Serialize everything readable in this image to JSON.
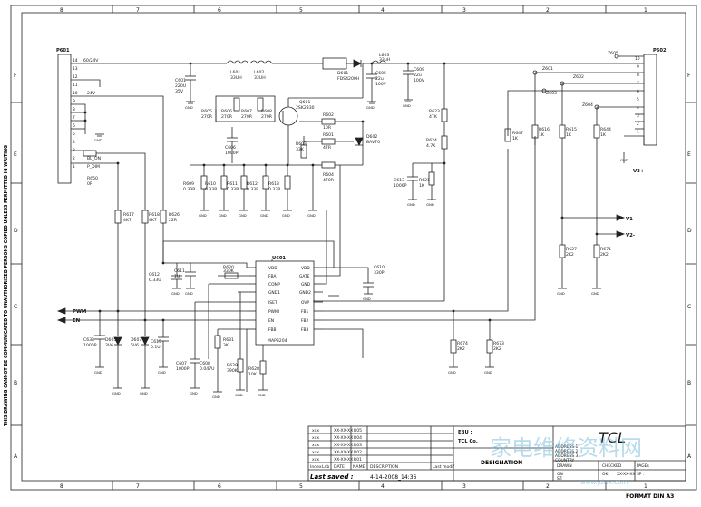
{
  "sheet": {
    "col_numbers": [
      "8",
      "7",
      "6",
      "5",
      "4",
      "3",
      "2",
      "1"
    ],
    "row_letters": [
      "F",
      "E",
      "D",
      "C",
      "B",
      "A"
    ],
    "side_note": "THIS DRAWING CANNOT BE COMMUNICATED TO UNAUTHORIZED PERSONS COPIED UNLESS PERMITTED IN WRITING",
    "format": "FORMAT DIN A3"
  },
  "connectors": {
    "left": {
      "ref": "P601",
      "pins": [
        "14",
        "13",
        "12",
        "11",
        "10",
        "9",
        "8",
        "7",
        "6",
        "5",
        "4",
        "3",
        "2",
        "1"
      ],
      "net_24v_label": "60/24V",
      "bl_on": "BL_ON",
      "p_dim": "P_DIM",
      "net_24v": "24V"
    },
    "right": {
      "ref": "P602",
      "pins": [
        "10",
        "9",
        "8",
        "7",
        "6",
        "5",
        "4",
        "3",
        "2",
        "1"
      ]
    }
  },
  "nets": {
    "pwm": "PWM",
    "en": "EN",
    "v1": "V1-",
    "v2": "V2-",
    "v3": "V3+",
    "z605": "Z605",
    "z601": "Z601",
    "z602": "Z602",
    "z603": "Z603",
    "z604": "Z604"
  },
  "components": [
    {
      "ref": "C601",
      "value": "220U",
      "extra": "35V"
    },
    {
      "ref": "L601",
      "value": "33UH"
    },
    {
      "ref": "L602",
      "value": "33UH"
    },
    {
      "ref": "D601",
      "value": "FDS4200H"
    },
    {
      "ref": "C605",
      "value": "22u",
      "extra": "100V"
    },
    {
      "ref": "C609",
      "value": "22u",
      "extra": "100V"
    },
    {
      "ref": "L603",
      "value": "33uH"
    },
    {
      "ref": "Q601",
      "value": "2SK2830"
    },
    {
      "ref": "R605",
      "value": "270R"
    },
    {
      "ref": "R606",
      "value": "270R"
    },
    {
      "ref": "R607",
      "value": "270R"
    },
    {
      "ref": "R608",
      "value": "270R"
    },
    {
      "ref": "C606",
      "value": "1000P"
    },
    {
      "ref": "R623",
      "value": "47K"
    },
    {
      "ref": "R624",
      "value": "4.7K"
    },
    {
      "ref": "R601",
      "value": "47R"
    },
    {
      "ref": "R602",
      "value": "10R"
    },
    {
      "ref": "R603",
      "value": "33K"
    },
    {
      "ref": "D602",
      "value": "BAV70"
    },
    {
      "ref": "R604",
      "value": "470R"
    },
    {
      "ref": "R609",
      "value": "0.33R"
    },
    {
      "ref": "R610",
      "value": "0.33R"
    },
    {
      "ref": "R611",
      "value": "0.33R"
    },
    {
      "ref": "R612",
      "value": "0.33R"
    },
    {
      "ref": "R613",
      "value": "0.33R"
    },
    {
      "ref": "C613",
      "value": "1000P"
    },
    {
      "ref": "R621",
      "value": "1K"
    },
    {
      "ref": "R647",
      "value": "1K"
    },
    {
      "ref": "R616",
      "value": "1K"
    },
    {
      "ref": "R615",
      "value": "1K"
    },
    {
      "ref": "R644",
      "value": "1K"
    },
    {
      "ref": "R650",
      "value": "0R"
    },
    {
      "ref": "R617",
      "value": "4K7"
    },
    {
      "ref": "R618",
      "value": "4K7"
    },
    {
      "ref": "R626",
      "value": "22R"
    },
    {
      "ref": "U601",
      "value": "MAP3204"
    },
    {
      "ref": "R620",
      "value": "330K"
    },
    {
      "ref": "C610",
      "value": "330P"
    },
    {
      "ref": "C612",
      "value": "0.33U"
    },
    {
      "ref": "C611",
      "value": "1U"
    },
    {
      "ref": "C615",
      "value": "0.1U"
    },
    {
      "ref": "C633",
      "value": "1000P"
    },
    {
      "ref": "D605",
      "value": "3V6"
    },
    {
      "ref": "D607",
      "value": "5V6"
    },
    {
      "ref": "R631",
      "value": "3K"
    },
    {
      "ref": "C607",
      "value": "1000P"
    },
    {
      "ref": "C608",
      "value": "0.047U"
    },
    {
      "ref": "R629",
      "value": "390K"
    },
    {
      "ref": "R628",
      "value": "10K"
    },
    {
      "ref": "R674",
      "value": "2K2"
    },
    {
      "ref": "R673",
      "value": "2K2"
    },
    {
      "ref": "R627",
      "value": "2K2"
    },
    {
      "ref": "R671",
      "value": "2K2"
    }
  ],
  "ic": {
    "left_pins": [
      "VDD",
      "FBA",
      "COMP",
      "GND1",
      "ISET",
      "PWMI",
      "EN",
      "FBB"
    ],
    "right_pins": [
      "VDD",
      "GATE",
      "GND",
      "GND2",
      "OVP",
      "FB1",
      "FB2",
      "FB3"
    ]
  },
  "gnd_label": "GND",
  "title_block": {
    "brand": "TCL",
    "revisions": [
      {
        "no": "R01",
        "date": "XX-XX-XX",
        "name": "xxx"
      },
      {
        "no": "R02",
        "date": "XX-XX-XX",
        "name": "xxx"
      },
      {
        "no": "R03",
        "date": "XX-XX-XX",
        "name": "xxx"
      },
      {
        "no": "R04",
        "date": "XX-XX-XX",
        "name": "xxx"
      },
      {
        "no": "R05",
        "date": "XX-XX-XX",
        "name": "xxx"
      }
    ],
    "hdr_index": "Index",
    "hdr_lab": "Lab",
    "hdr_date": "DATE",
    "hdr_name": "NAME",
    "hdr_desc": "DESCRIPTION",
    "last_modif": "Last modif",
    "ebu": "EBU :",
    "company": "TCL Co.",
    "addr1": "ADDRESS 1",
    "addr2": "ADDRESS 2",
    "addr3": "ADDRESS 3",
    "country": "COUNTRY",
    "designation": "DESIGNATION",
    "drawn": "DRAWN",
    "checked": "CHECKED",
    "pages": "PAGEs",
    "on": "ON",
    "ok": "OK",
    "sheet_date": "XX-XX-XX",
    "sp": "SP :",
    "st": "ST:",
    "last_saved_label": "Last saved :",
    "last_saved_value": "4-14-2008_14:36"
  },
  "watermark": {
    "text": "家电维修资料网",
    "url": "www.jdwx.com"
  }
}
